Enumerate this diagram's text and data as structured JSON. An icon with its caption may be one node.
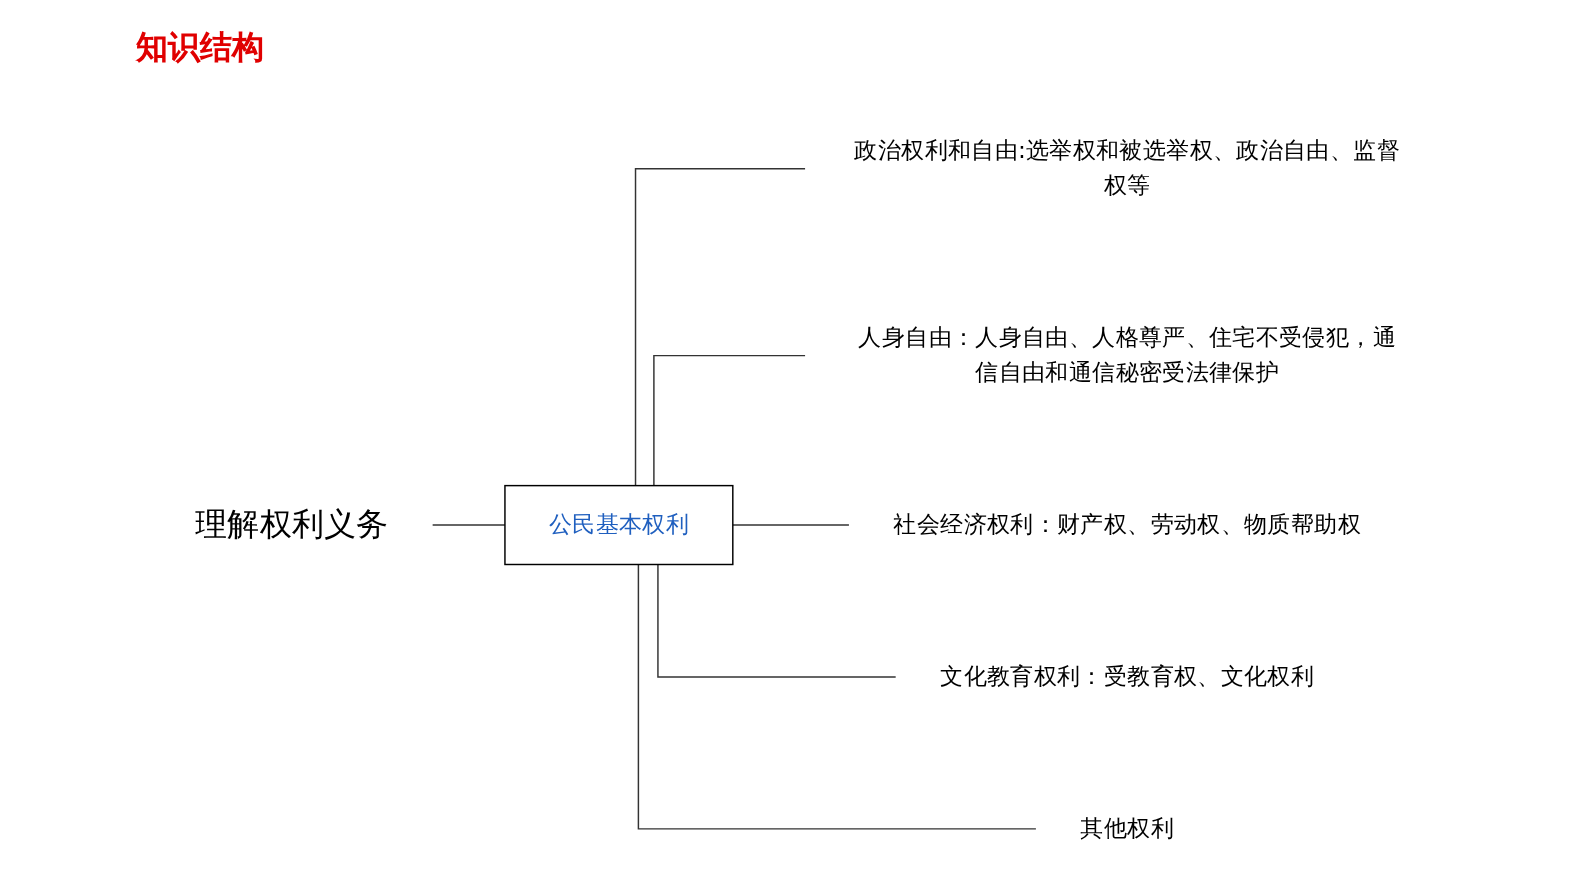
{
  "diagram": {
    "title": "知识结构",
    "nodes": [
      {
        "text": [
          "理解权利义务"
        ]
      },
      {
        "text": [
          "公民基本权利"
        ]
      },
      {
        "text": [
          "政治权利和自由:选举权和被选举权、政治自由、监督权等"
        ]
      },
      {
        "text": [
          "人身自由：人身自由、人格尊严、住宅不受侵犯，通信自由和通信秘密受法律保护"
        ]
      },
      {
        "text": [
          "社会经济权利：财产权、劳动权、物质帮助权"
        ]
      },
      {
        "text": [
          "文化教育权利：受教育权、文化权利"
        ]
      },
      {
        "text": [
          "其他权利"
        ]
      }
    ],
    "edges": [
      {
        "from": 0,
        "to": 1,
        "arrow": "none"
      },
      {
        "from": 1,
        "to": 2,
        "arrow": "none"
      },
      {
        "from": 1,
        "to": 3,
        "arrow": "none"
      },
      {
        "from": 1,
        "to": 4,
        "arrow": "none"
      },
      {
        "from": 1,
        "to": 5,
        "arrow": "none"
      },
      {
        "from": 1,
        "to": 6,
        "arrow": "none"
      }
    ]
  }
}
